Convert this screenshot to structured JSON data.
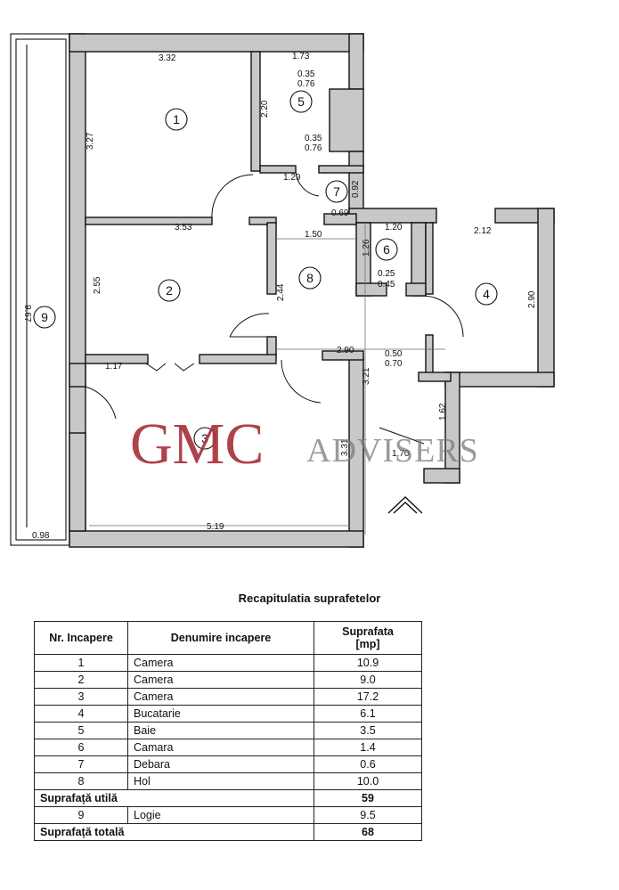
{
  "plan": {
    "dimensions": [
      "3.32",
      "3.27",
      "2.20",
      "1.73",
      "0.35",
      "0.76",
      "0.35",
      "0.76",
      "1.29",
      "0.92",
      "0.69",
      "3.53",
      "1.50",
      "1.20",
      "2.12",
      "1.26",
      "0.25",
      "0.45",
      "2.55",
      "2.44",
      "2.90",
      "2.90",
      "0.50",
      "0.70",
      "1.17",
      "3.21",
      "1.62",
      "3.31",
      "1.70",
      "5.19",
      "9.67",
      "0.98"
    ],
    "rooms": [
      "1",
      "2",
      "3",
      "4",
      "5",
      "6",
      "7",
      "8",
      "9"
    ]
  },
  "watermark": {
    "main": "GMC",
    "secondary": "ADVISERS"
  },
  "table": {
    "title": "Recapitulatia suprafetelor",
    "headers": {
      "nr": "Nr. Incapere",
      "name": "Denumire incapere",
      "area_line1": "Suprafata",
      "area_line2": "[mp]"
    },
    "rows": [
      {
        "nr": "1",
        "name": "Camera",
        "area": "10.9"
      },
      {
        "nr": "2",
        "name": "Camera",
        "area": "9.0"
      },
      {
        "nr": "3",
        "name": "Camera",
        "area": "17.2"
      },
      {
        "nr": "4",
        "name": "Bucatarie",
        "area": "6.1"
      },
      {
        "nr": "5",
        "name": "Baie",
        "area": "3.5"
      },
      {
        "nr": "6",
        "name": "Camara",
        "area": "1.4"
      },
      {
        "nr": "7",
        "name": "Debara",
        "area": "0.6"
      },
      {
        "nr": "8",
        "name": "Hol",
        "area": "10.0"
      }
    ],
    "util": {
      "label": "Suprafață utilă",
      "area": "59"
    },
    "logia": {
      "nr": "9",
      "name": "Logie",
      "area": "9.5"
    },
    "total": {
      "label": "Suprafață totală",
      "area": "68"
    }
  }
}
